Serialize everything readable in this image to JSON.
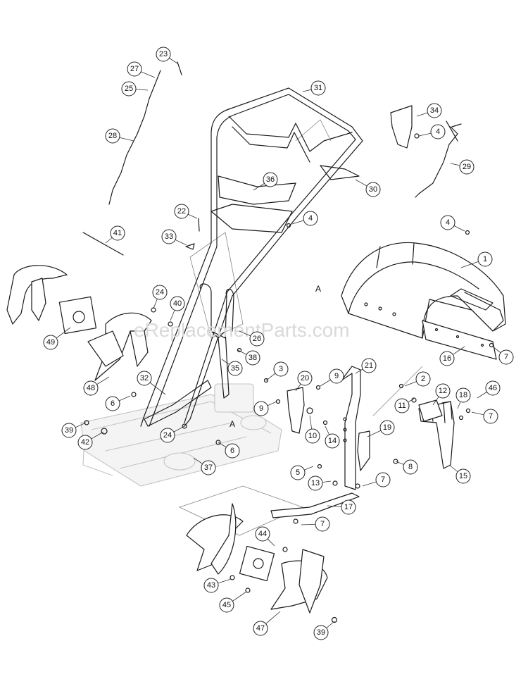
{
  "watermark": "eReplacementParts.com",
  "reference_letters": [
    "A",
    "A"
  ],
  "callouts": [
    "1",
    "2",
    "3",
    "4",
    "4",
    "4",
    "5",
    "6",
    "6",
    "7",
    "7",
    "7",
    "7",
    "8",
    "9",
    "9",
    "10",
    "11",
    "12",
    "13",
    "14",
    "15",
    "16",
    "17",
    "18",
    "19",
    "20",
    "21",
    "22",
    "23",
    "24",
    "24",
    "25",
    "26",
    "27",
    "28",
    "29",
    "30",
    "31",
    "32",
    "33",
    "34",
    "35",
    "36",
    "37",
    "38",
    "39",
    "39",
    "40",
    "41",
    "42",
    "43",
    "44",
    "45",
    "46",
    "47",
    "48",
    "49"
  ]
}
